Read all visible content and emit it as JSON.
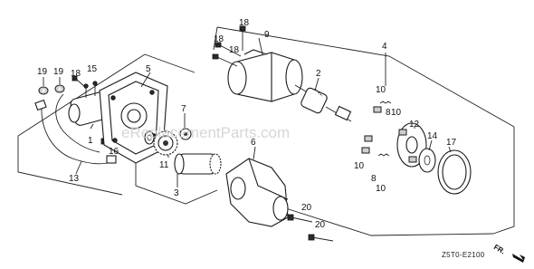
{
  "diagram": {
    "callouts": {
      "c1": "1",
      "c2": "2",
      "c3": "3",
      "c4": "4",
      "c5": "5",
      "c6": "6",
      "c7": "7",
      "c8a": "8",
      "c8b": "8",
      "c9": "9",
      "c10a": "10",
      "c10b": "10",
      "c10c": "10",
      "c10d": "10",
      "c11": "11",
      "c12": "12",
      "c13": "13",
      "c14": "14",
      "c15": "15",
      "c16": "16",
      "c17": "17",
      "c18a": "18",
      "c18b": "18",
      "c18c": "18",
      "c18d": "18",
      "c19a": "19",
      "c19b": "19",
      "c20a": "20",
      "c20b": "20"
    },
    "watermark": "eReplacementParts.com",
    "diagram_code": "Z5T0-E2100",
    "direction_label": "FR."
  }
}
